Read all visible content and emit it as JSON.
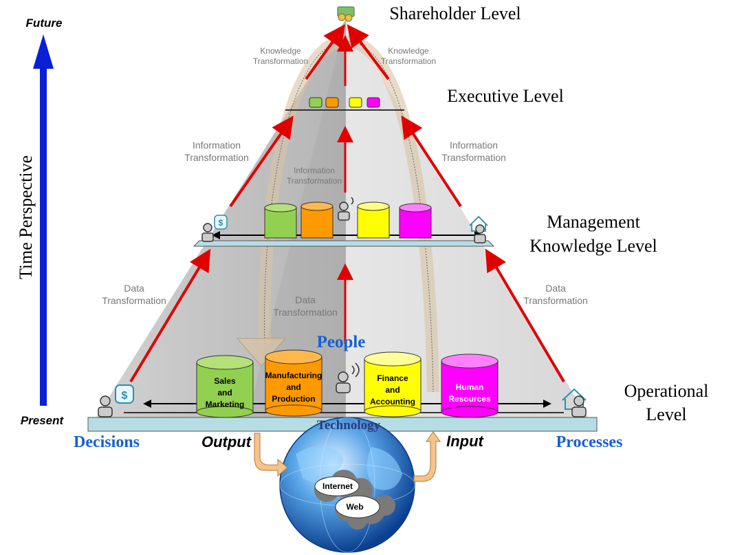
{
  "time_axis": {
    "label": "Time Perspective",
    "future": "Future",
    "present": "Present",
    "arrow_color": "#0a1fd6"
  },
  "levels": {
    "shareholder": "Shareholder Level",
    "executive": "Executive Level",
    "management_line1": "Management",
    "management_line2": "Knowledge Level",
    "operational_line1": "Operational",
    "operational_line2": "Level"
  },
  "transformations": {
    "knowledge_line1": "Knowledge",
    "knowledge_line2": "Transformation",
    "information_line1": "Information",
    "information_line2": "Transformation",
    "data_line1": "Data",
    "data_line2": "Transformation"
  },
  "departments": [
    {
      "line1": "Sales",
      "line2": "and",
      "line3": "Marketing",
      "color": "#92d050"
    },
    {
      "line1": "Manufacturing",
      "line2": "and",
      "line3": "Production",
      "color": "#ff9900"
    },
    {
      "line1": "Finance",
      "line2": "and",
      "line3": "Accounting",
      "color": "#ffff00"
    },
    {
      "line1": "Human",
      "line2": "Resources",
      "line3": "",
      "color": "#ff00ff"
    }
  ],
  "base_labels": {
    "people": "People",
    "technology": "Technology",
    "decisions": "Decisions",
    "processes": "Processes",
    "output": "Output",
    "input": "Input"
  },
  "globe": {
    "internet": "Internet",
    "web": "Web"
  },
  "colors": {
    "accent_blue": "#1560d4",
    "technology_text": "#2b3a7a",
    "arrow_red": "#e00000",
    "platform": "#b7dde4",
    "pyramid": "#d4d4d4"
  }
}
